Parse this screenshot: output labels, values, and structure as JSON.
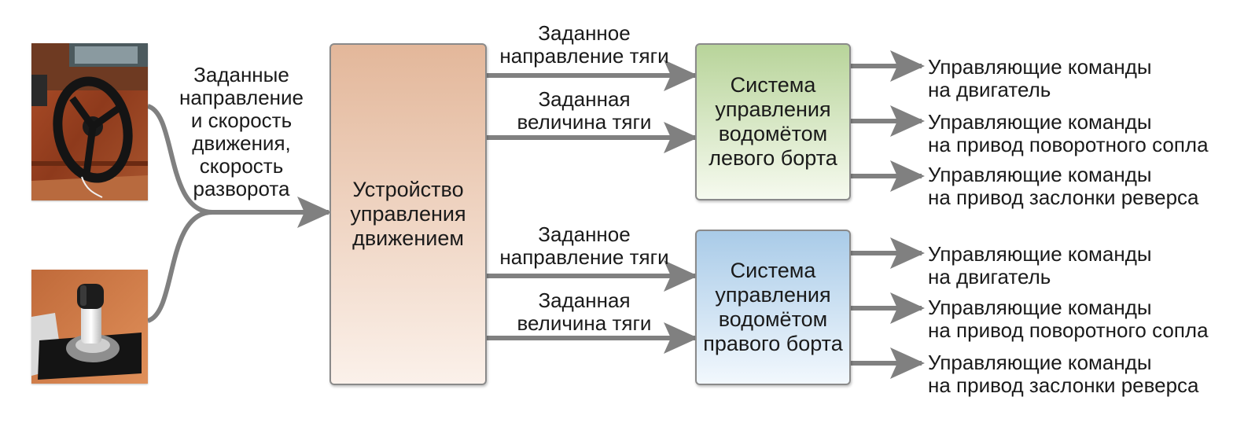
{
  "left_label": "Заданные\nнаправление\nи скорость\nдвижения,\nскорость\nразворота",
  "center_box": "Устройство\nуправления\nдвижением",
  "left_system": "Система\nуправления\nводомётом\nлевого борта",
  "right_system": "Система\nуправления\nводомётом\nправого борта",
  "top_inputs": {
    "direction": "Заданное\nнаправление тяги",
    "magnitude": "Заданная\nвеличина тяги"
  },
  "bottom_inputs": {
    "direction": "Заданное\nнаправление тяги",
    "magnitude": "Заданная\nвеличина тяги"
  },
  "top_outputs": [
    "Управляющие команды\nна двигатель",
    "Управляющие команды\nна привод поворотного сопла",
    "Управляющие команды\nна привод заслонки реверса"
  ],
  "bottom_outputs": [
    "Управляющие команды\nна двигатель",
    "Управляющие команды\nна привод поворотного сопла",
    "Управляющие команды\nна привод заслонки реверса"
  ],
  "colors": {
    "arrow": "#808080",
    "center_top": "#e3b79a",
    "center_bottom": "#fbf1ea",
    "left_top": "#b8d49a",
    "left_bottom": "#f6faef",
    "right_top": "#a9cbe8",
    "right_bottom": "#f2f8fd"
  },
  "icons": [
    "steering-wheel-icon",
    "joystick-icon"
  ]
}
